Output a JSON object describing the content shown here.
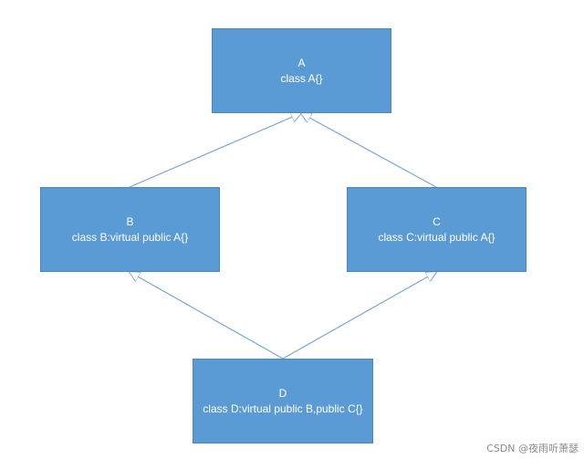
{
  "diagram": {
    "nodes": [
      {
        "id": "A",
        "title": "A",
        "label": "class A{}"
      },
      {
        "id": "B",
        "title": "B",
        "label": "class B:virtual public A{}"
      },
      {
        "id": "C",
        "title": "C",
        "label": "class C:virtual public A{}"
      },
      {
        "id": "D",
        "title": "D",
        "label": "class D:virtual public B,public C{}"
      }
    ],
    "edges": [
      {
        "from": "B",
        "to": "A",
        "style": "inheritance"
      },
      {
        "from": "C",
        "to": "A",
        "style": "inheritance"
      },
      {
        "from": "D",
        "to": "B",
        "style": "inheritance"
      },
      {
        "from": "D",
        "to": "C",
        "style": "inheritance"
      }
    ],
    "colors": {
      "node_fill": "#5b9bd5",
      "node_text": "#ffffff",
      "edge": "#7aa7d6"
    }
  },
  "watermark": "CSDN @夜雨听萧瑟"
}
